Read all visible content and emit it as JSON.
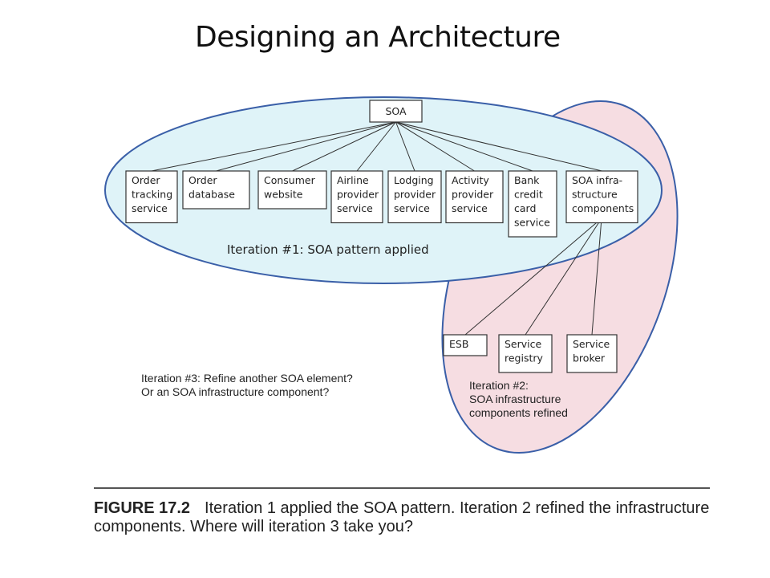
{
  "slide": {
    "title": "Designing an Architecture"
  },
  "diagram": {
    "root": "SOA",
    "services": [
      [
        "Order",
        "tracking",
        "service"
      ],
      [
        "Order",
        "database"
      ],
      [
        "Consumer",
        "website"
      ],
      [
        "Airline",
        "provider",
        "service"
      ],
      [
        "Lodging",
        "provider",
        "service"
      ],
      [
        "Activity",
        "provider",
        "service"
      ],
      [
        "Bank",
        "credit",
        "card",
        "service"
      ],
      [
        "SOA infra-",
        "structure",
        "components"
      ]
    ],
    "infrastructure": [
      [
        "ESB"
      ],
      [
        "Service",
        "registry"
      ],
      [
        "Service",
        "broker"
      ]
    ],
    "iteration1": "Iteration #1:  SOA pattern applied",
    "iteration2": [
      "Iteration #2:",
      "SOA infrastructure",
      "components refined"
    ],
    "iteration3": [
      "Iteration #3:  Refine another SOA element?",
      "Or an SOA infrastructure component?"
    ],
    "colors": {
      "ellipse1_fill": "#dff3f8",
      "ellipse2_fill": "#f6dde2",
      "ellipse_stroke": "#3a5fa8"
    }
  },
  "caption": {
    "figure": "FIGURE 17.2",
    "text": "Iteration 1 applied the SOA pattern. Iteration 2 refined the infrastructure components. Where will iteration 3 take you?"
  }
}
